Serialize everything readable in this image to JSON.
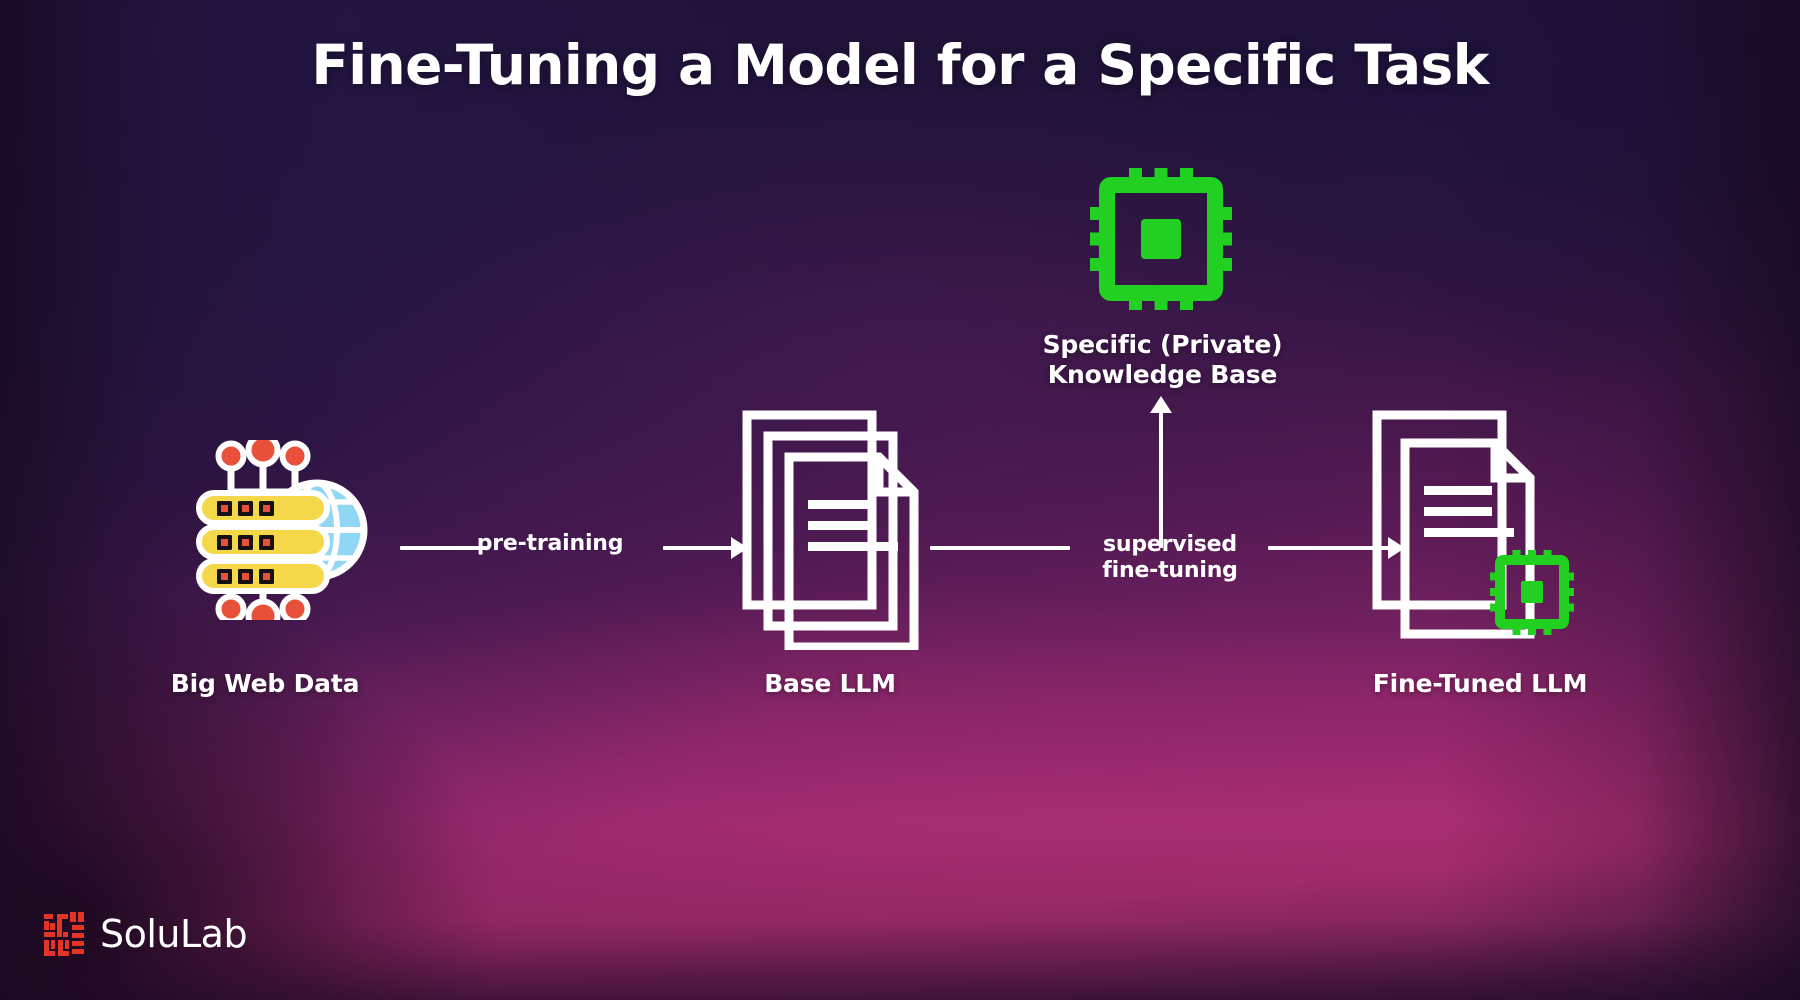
{
  "title": "Fine-Tuning a Model for a Specific Task",
  "theme": {
    "white": "#ffffff",
    "chip_green": "#22d022",
    "server_yellow": "#f5d74a",
    "server_yellow_dark": "#f0b93a",
    "led_red": "#e8503a",
    "globe_blue": "#8fd7f2",
    "logo_red": "#e23527",
    "bg_top": "#1b1033",
    "bg_mid": "#8b2569",
    "bg_bottom": "#3d1640"
  },
  "nodes": [
    {
      "id": "big-web-data",
      "label": "Big Web Data",
      "icon": "web-database-globe-icon"
    },
    {
      "id": "base-llm",
      "label": "Base LLM",
      "icon": "document-stack-icon"
    },
    {
      "id": "knowledge-base",
      "label": "Specific (Private)\nKnowledge Base",
      "icon": "cpu-chip-icon"
    },
    {
      "id": "fine-tuned-llm",
      "label": "Fine-Tuned LLM",
      "icon": "document-stack-with-chip-icon"
    }
  ],
  "edges": [
    {
      "id": "pre-training",
      "label": "pre-training",
      "from": "big-web-data",
      "to": "base-llm",
      "direction": "right"
    },
    {
      "id": "supervised-fine-tuning",
      "label": "supervised\nfine-tuning",
      "from": "base-llm",
      "to": "fine-tuned-llm",
      "direction": "right"
    },
    {
      "id": "knowledge-feed",
      "label": "",
      "from": "supervised-fine-tuning",
      "to": "knowledge-base",
      "direction": "up"
    }
  ],
  "footer": {
    "brand": "SoluLab",
    "mark_alt": "solulab-logo-mark"
  }
}
